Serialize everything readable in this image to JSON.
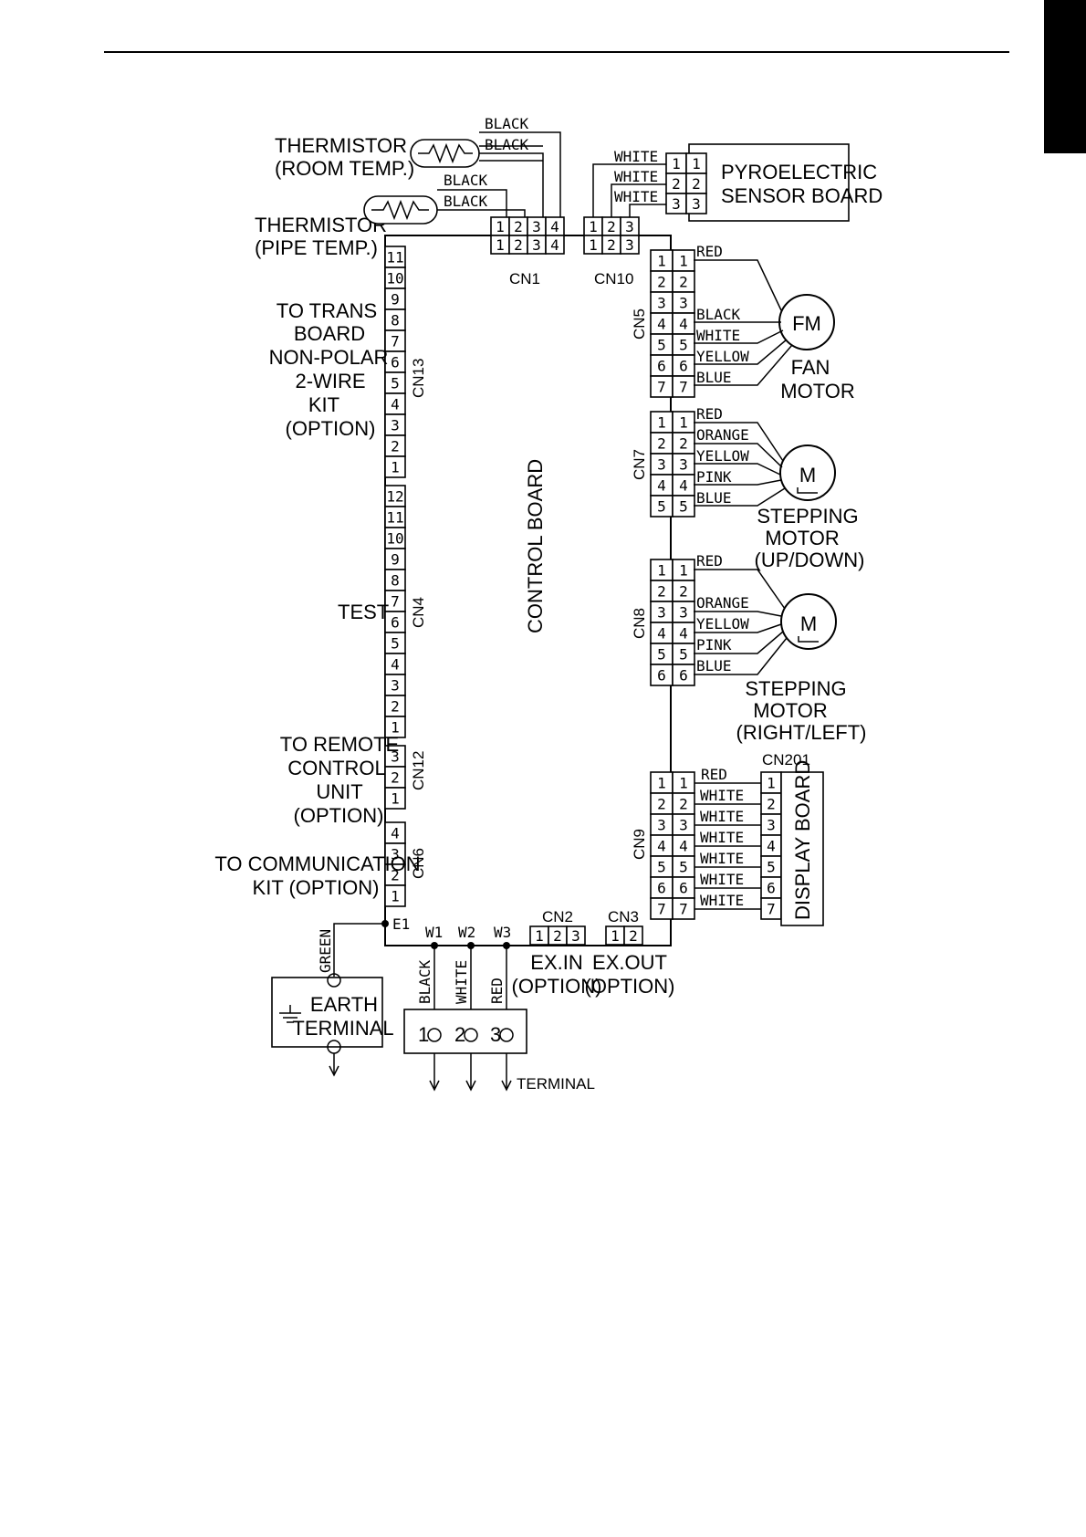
{
  "labels": {
    "thermistor_room": [
      "THERMISTOR",
      "(ROOM TEMP.)"
    ],
    "thermistor_pipe": [
      "THERMISTOR",
      "(PIPE TEMP.)"
    ],
    "pyro": [
      "PYROELECTRIC",
      "SENSOR BOARD"
    ],
    "trans": [
      "TO TRANS",
      "BOARD",
      "NON-POLAR",
      "2-WIRE",
      "KIT",
      "(OPTION)"
    ],
    "test": "TEST",
    "remote": [
      "TO REMOTE",
      "CONTROL",
      "UNIT",
      "(OPTION)"
    ],
    "comm": [
      "TO COMMUNICATION",
      "KIT (OPTION)"
    ],
    "control_board": "CONTROL BOARD",
    "fan_symbol": "FM",
    "fan_motor": [
      "FAN",
      "MOTOR"
    ],
    "step_symbol": "M",
    "step_updown": [
      "STEPPING",
      "MOTOR",
      "(UP/DOWN)"
    ],
    "step_rl": [
      "STEPPING",
      "MOTOR",
      "(RIGHT/LEFT)"
    ],
    "display_board": "DISPLAY BOARD",
    "earth": [
      "EARTH",
      "TERMINAL"
    ],
    "terminal": "TERMINAL",
    "exin": [
      "EX.IN",
      "(OPTION)"
    ],
    "exout": [
      "EX.OUT",
      "(OPTION)"
    ],
    "e1": "E1",
    "green": "GREEN"
  },
  "connectors": {
    "cn1": "CN1",
    "cn10": "CN10",
    "cn5": "CN5",
    "cn7": "CN7",
    "cn8": "CN8",
    "cn9": "CN9",
    "cn13": "CN13",
    "cn4": "CN4",
    "cn12": "CN12",
    "cn6": "CN6",
    "cn2": "CN2",
    "cn3": "CN3",
    "cn201": "CN201"
  },
  "pins": {
    "cn13": [
      "11",
      "10",
      "9",
      "8",
      "7",
      "6",
      "5",
      "4",
      "3",
      "2",
      "1"
    ],
    "cn4": [
      "12",
      "11",
      "10",
      "9",
      "8",
      "7",
      "6",
      "5",
      "4",
      "3",
      "2",
      "1"
    ],
    "cn12": [
      "3",
      "2",
      "1"
    ],
    "cn6": [
      "4",
      "3",
      "2",
      "1"
    ],
    "cn1": [
      "1",
      "2",
      "3",
      "4"
    ],
    "cn10": [
      "1",
      "2",
      "3"
    ],
    "pyro": [
      "1",
      "2",
      "3"
    ],
    "cn5": [
      "1",
      "2",
      "3",
      "4",
      "5",
      "6",
      "7"
    ],
    "cn7": [
      "1",
      "2",
      "3",
      "4",
      "5"
    ],
    "cn8": [
      "1",
      "2",
      "3",
      "4",
      "5",
      "6"
    ],
    "cn9": [
      "1",
      "2",
      "3",
      "4",
      "5",
      "6",
      "7"
    ],
    "cn201": [
      "1",
      "2",
      "3",
      "4",
      "5",
      "6",
      "7"
    ],
    "cn2": [
      "1",
      "2",
      "3"
    ],
    "cn3": [
      "1",
      "2"
    ],
    "terminal": [
      "1",
      "2",
      "3"
    ]
  },
  "wires": {
    "thermistor_room": [
      "BLACK",
      "BLACK"
    ],
    "thermistor_pipe": [
      "BLACK",
      "BLACK"
    ],
    "pyro": [
      "WHITE",
      "WHITE",
      "WHITE"
    ],
    "cn5": [
      "RED",
      "BLACK",
      "WHITE",
      "YELLOW",
      "BLUE"
    ],
    "cn7": [
      "RED",
      "ORANGE",
      "YELLOW",
      "PINK",
      "BLUE"
    ],
    "cn8": [
      "RED",
      "ORANGE",
      "YELLOW",
      "PINK",
      "BLUE"
    ],
    "cn9": [
      "RED",
      "WHITE",
      "WHITE",
      "WHITE",
      "WHITE",
      "WHITE",
      "WHITE"
    ],
    "bottom": [
      "BLACK",
      "WHITE",
      "RED"
    ],
    "bottom_pins": [
      "W1",
      "W2",
      "W3"
    ]
  },
  "colors": {
    "ink": "#000000",
    "paper": "#ffffff"
  }
}
